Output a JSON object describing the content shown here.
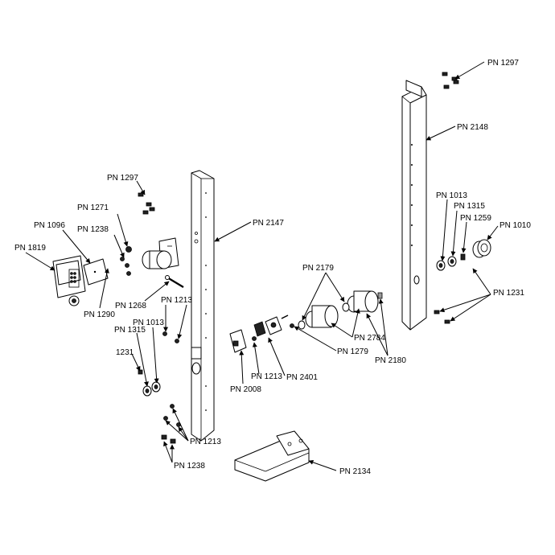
{
  "labels": {
    "pn1297_top": "PN 1297",
    "pn2148": "PN 2148",
    "pn2147": "PN 2147",
    "pn1297_left": "PN 1297",
    "pn1271": "PN 1271",
    "pn1096": "PN 1096",
    "pn1238_top": "PN 1238",
    "pn1819": "PN 1819",
    "pn1290": "PN 1290",
    "pn1268": "PN 1268",
    "pn1213_a": "PN 1213",
    "pn1013_left": "PN 1013",
    "pn1315_left": "PN 1315",
    "pn1231_left": "1231",
    "pn1013_right": "PN 1013",
    "pn1315_right": "PN 1315",
    "pn1259": "PN 1259",
    "pn1010": "PN 1010",
    "pn1231_right": "PN 1231",
    "pn2179": "PN 2179",
    "pn2784": "PN 2784",
    "pn1279": "PN 1279",
    "pn2180": "PN 2180",
    "pn1213_b": "PN 1213",
    "pn2401": "PN 2401",
    "pn2008": "PN 2008",
    "pn1213_c": "PN 1213",
    "pn1238_bottom": "PN 1238",
    "pn2134": "PN 2134"
  }
}
